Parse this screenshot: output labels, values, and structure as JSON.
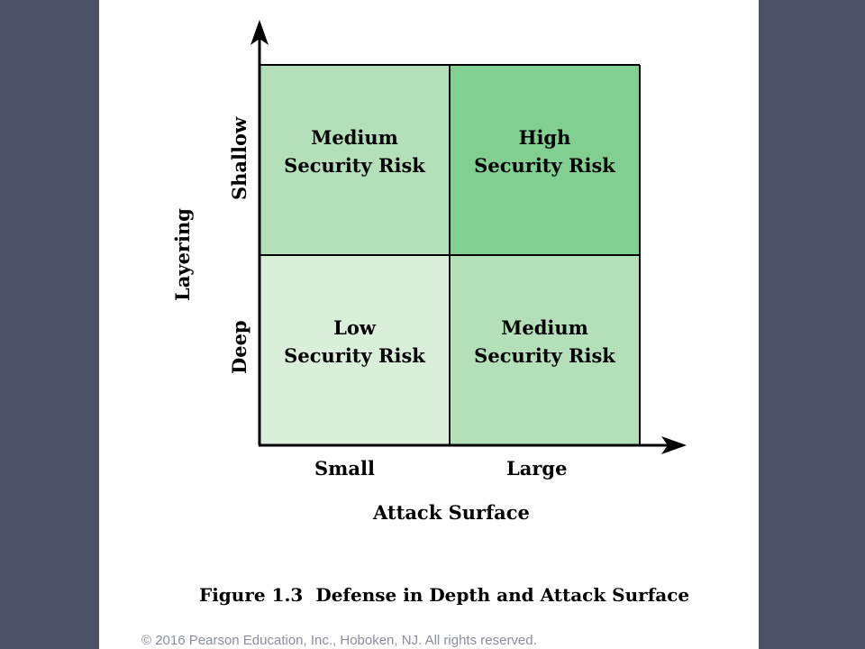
{
  "diagram": {
    "cells": {
      "top_left": {
        "line1": "Medium",
        "line2": "Security Risk",
        "color": "#b3e0b9"
      },
      "top_right": {
        "line1": "High",
        "line2": "Security Risk",
        "color": "#82d091"
      },
      "bottom_left": {
        "line1": "Low",
        "line2": "Security Risk",
        "color": "#d9efda"
      },
      "bottom_right": {
        "line1": "Medium",
        "line2": "Security Risk",
        "color": "#b3e0b9"
      }
    },
    "x_axis": {
      "title": "Attack Surface",
      "left_label": "Small",
      "right_label": "Large"
    },
    "y_axis": {
      "title": "Layering",
      "top_label": "Shallow",
      "bottom_label": "Deep"
    }
  },
  "caption": {
    "number": "Figure 1.3",
    "title": "Defense in Depth and Attack Surface"
  },
  "copyright": "© 2016 Pearson Education, Inc., Hoboken, NJ.  All rights reserved.",
  "colors": {
    "background": "#4b5166",
    "slide": "#ffffff"
  }
}
